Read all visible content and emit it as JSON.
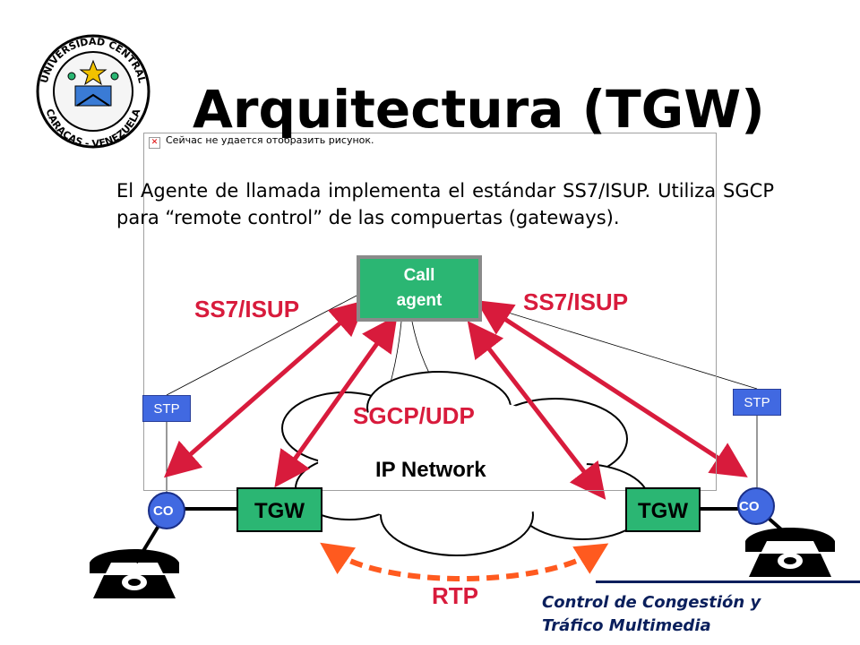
{
  "slide": {
    "title": "Arquitectura (TGW)",
    "broken_image_note": "Сейчас не удается отобразить рисунок.",
    "intro_text": "El Agente de llamada implementa el estándar SS7/ISUP. Utiliza SGCP para “remote control” de las compuertas (gateways).",
    "logo": {
      "top_text": "UNIVERSIDAD CENTRAL",
      "bottom_text": "CARACAS - VENEZUELA"
    }
  },
  "diagram": {
    "call_agent_label": "Call agent",
    "call_agent_line1": "Call",
    "call_agent_line2": "agent",
    "stp_left": "STP",
    "stp_right": "STP",
    "tgw_left": "TGW",
    "tgw_right": "TGW",
    "co_left": "CO",
    "co_right": "CO",
    "ss7_left": "SS7/ISUP",
    "ss7_right": "SS7/ISUP",
    "sgcp": "SGCP/UDP",
    "ip_network": "IP Network",
    "rtp": "RTP"
  },
  "footer": {
    "line1": "Control de Congestión y",
    "line2": "Tráfico Multimedia"
  },
  "colors": {
    "arrow": "#d81b3c",
    "rtp_arrow": "#ff5a1f",
    "gateway_green": "#2bb673",
    "stp_blue": "#4169e1",
    "footer_navy": "#0a1f5c"
  }
}
